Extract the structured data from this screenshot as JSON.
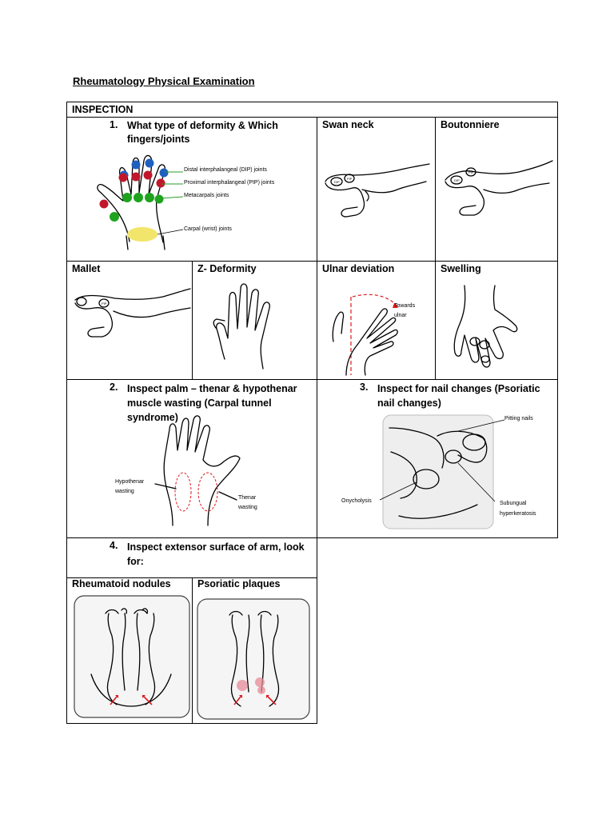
{
  "title": "Rheumatology Physical Examination",
  "inspection_header": "INSPECTION",
  "q1": {
    "num": "1.",
    "text": "What type of deformity & Which fingers/joints"
  },
  "hand_labels": {
    "dip": "Distal interphalangeal (DIP) joints",
    "pip": "Proximal interphalangeal (PIP) joints",
    "mcp": "Metacarpals joints",
    "carpal": "Carpal (wrist) joints"
  },
  "deformities": {
    "swan_neck": "Swan neck",
    "boutonniere": "Boutonniere",
    "mallet": "Mallet",
    "z_deformity": "Z- Deformity",
    "ulnar_deviation": "Ulnar deviation",
    "swelling": "Swelling"
  },
  "ulnar_label": "Towards ulnar",
  "pip_tag": "PIP",
  "dip_tag": "DIP",
  "q2": {
    "num": "2.",
    "text": "Inspect palm – thenar & hypothenar muscle wasting (Carpal tunnel syndrome)"
  },
  "palm_labels": {
    "hypothenar": "Hypothenar wasting",
    "thenar": "Thenar wasting"
  },
  "q3": {
    "num": "3.",
    "text": "Inspect for nail changes (Psoriatic nail changes)"
  },
  "nail_labels": {
    "pitting": "Pitting nails",
    "onycholysis": "Onycholysis",
    "subungual": "Subungual hyperkeratosis"
  },
  "q4": {
    "num": "4.",
    "text": "Inspect extensor surface of arm, look for:"
  },
  "arm_headers": {
    "nodules": "Rheumatoid nodules",
    "plaques": "Psoriatic plaques"
  },
  "colors": {
    "dip": "#1f5fbf",
    "pip": "#c0182a",
    "mcp": "#1fa31f",
    "carpal": "#f2e56b",
    "label_line": "#2a9d2a",
    "arrow": "#e0191e"
  }
}
